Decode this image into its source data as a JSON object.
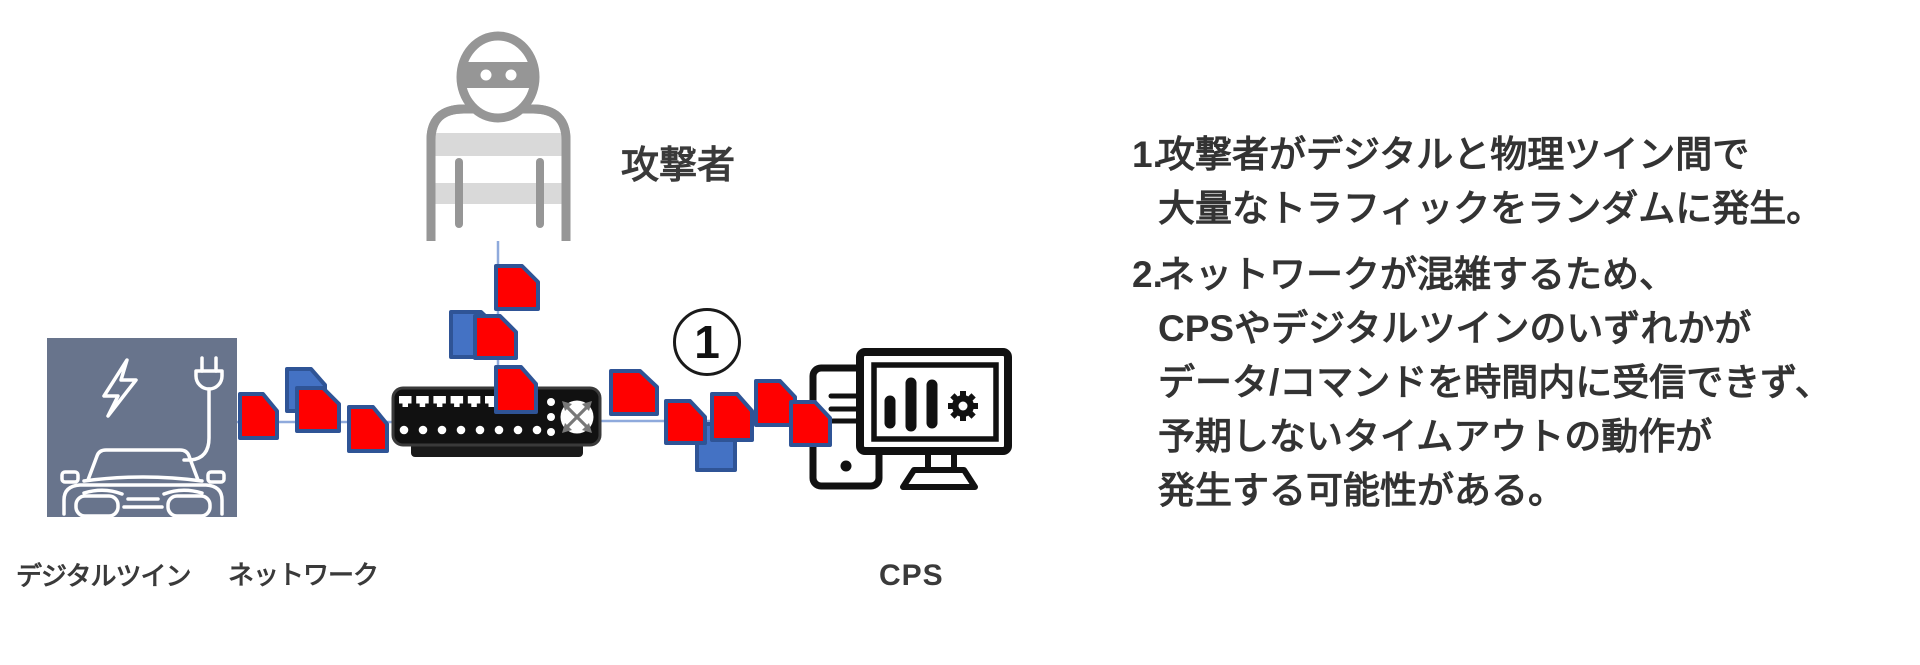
{
  "diagram": {
    "attacker": {
      "label": "攻撃者",
      "icon": "burglar-icon",
      "color": "#969696",
      "stripe_color": "#D9D9D9"
    },
    "digital_twin": {
      "label": "デジタルツイン",
      "icon": "ev-car-icon",
      "box_color": "#68748C"
    },
    "network": {
      "label": "ネットワーク",
      "icon": "network-switch-icon",
      "color": "#111111"
    },
    "cps": {
      "label": "CPS",
      "icon": "workstation-monitor-icon",
      "color": "#111111"
    },
    "step_badge": "1",
    "packets": {
      "icon": "document-packet-icon",
      "red_color": "#FF0000",
      "blue_color": "#4472C4",
      "border_color": "#2F5496",
      "red_count": 11,
      "blue_count": 3
    },
    "connector_color": "#8FAADC"
  },
  "notes": {
    "text_color": "#333333",
    "items": [
      {
        "marker": "1.",
        "lines": [
          "攻撃者がデジタルと物理ツイン間で",
          "大量なトラフィックをランダムに発生。"
        ]
      },
      {
        "marker": "2.",
        "lines": [
          "ネットワークが混雑するため、",
          "CPSやデジタルツインのいずれかが",
          "データ/コマンドを時間内に受信できず、",
          "予期しないタイムアウトの動作が",
          "発生する可能性がある。"
        ]
      }
    ]
  }
}
